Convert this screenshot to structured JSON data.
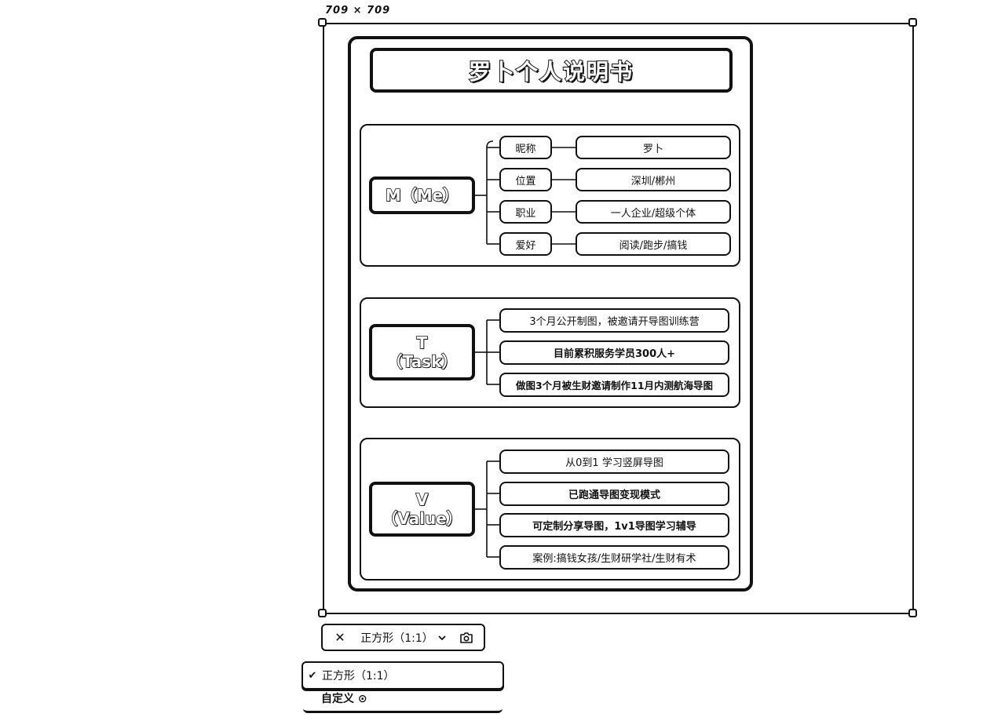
{
  "canvas": {
    "size_label": "709 × 709"
  },
  "poster": {
    "title": "罗卜个人说明书",
    "sections": {
      "me": {
        "root": "M（Me）",
        "items": [
          {
            "key": "昵称",
            "value": "罗卜"
          },
          {
            "key": "位置",
            "value": "深圳/郴州"
          },
          {
            "key": "职业",
            "value": "一人企业/超级个体"
          },
          {
            "key": "爱好",
            "value": "阅读/跑步/搞钱"
          }
        ]
      },
      "task": {
        "root_line1": "T",
        "root_line2": "（Task）",
        "items": [
          "3个月公开制图，被邀请开导图训练营",
          "目前累积服务学员300人+",
          "做图3个月被生财邀请制作11月内测航海导图"
        ]
      },
      "value": {
        "root_line1": "V",
        "root_line2": "（Value）",
        "items": [
          "从0到1 学习竖屏导图",
          "已跑通导图变现模式",
          "可定制分享导图，1v1导图学习辅导",
          "案例:搞钱女孩/生财研学社/生财有术"
        ]
      }
    }
  },
  "toolbar": {
    "close_icon": "close-icon",
    "ratio_label": "正方形（1:1）",
    "chevron_icon": "chevron-down-icon",
    "camera_icon": "camera-icon"
  },
  "ratio_menu": {
    "items": [
      {
        "label": "正方形（1:1）",
        "selected": true
      },
      {
        "label": "自定义 ⊙",
        "selected": false
      }
    ]
  }
}
